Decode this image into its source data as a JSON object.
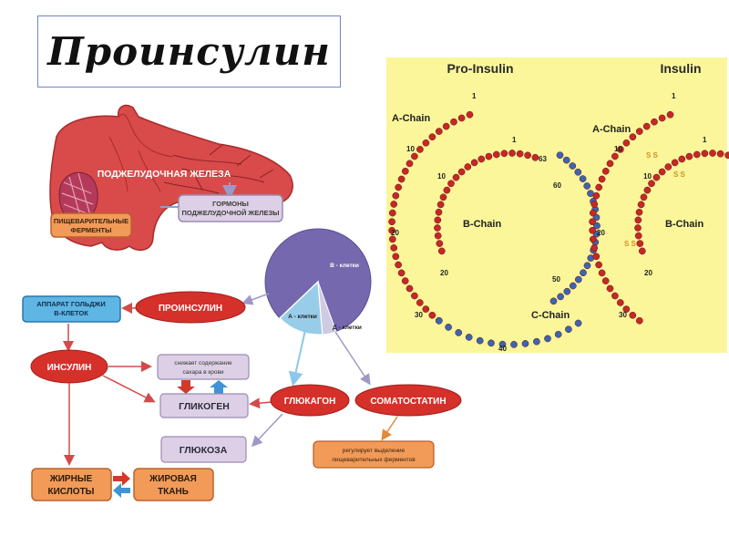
{
  "title": "Проинсулин",
  "scheme": {
    "pancreas_label": "ПОДЖЕЛУДОЧНАЯ ЖЕЛЕЗА",
    "hormones_label_1": "ГОРМОНЫ",
    "hormones_label_2": "ПОДЖЕЛУДОЧНОЙ ЖЕЛЕЗЫ",
    "digestive_label_1": "ПИЩЕВАРИТЕЛЬНЫЕ",
    "digestive_label_2": "ФЕРМЕНТЫ",
    "golgi_label_1": "АППАРАТ ГОЛЬДЖИ",
    "golgi_label_2": "В-КЛЕТОК",
    "proinsulin_label": "ПРОИНСУЛИН",
    "insulin_label": "ИНСУЛИН",
    "sugar_label_1": "снижает содержание",
    "sugar_label_2": "сахара в крови",
    "glycogen_label": "ГЛИКОГЕН",
    "glucagon_label": "ГЛЮКАГОН",
    "somatostatin_label": "СОМАТОСТАТИН",
    "glucose_label": "ГЛЮКОЗА",
    "regulates_label_1": "регулирует выделение",
    "regulates_label_2": "пищеварительных ферментов",
    "fatty_acids_label_1": "ЖИРНЫЕ",
    "fatty_acids_label_2": "КИСЛОТЫ",
    "adipose_label_1": "ЖИРОВАЯ",
    "adipose_label_2": "ТКАНЬ",
    "pie": {
      "b_cells": "В - клетки",
      "a_cells": "А - клетки",
      "d_cells": "Д - клетки"
    }
  },
  "structure": {
    "proinsulin_title": "Pro-Insulin",
    "insulin_title": "Insulin",
    "a_chain": "A-Chain",
    "b_chain": "B-Chain",
    "c_chain": "C-Chain",
    "disulfide": "S S",
    "pro_numbers": {
      "a1": "1",
      "a10": "10",
      "a20": "20",
      "a30": "30",
      "b1": "1",
      "b10": "10",
      "b20": "20",
      "c40": "40",
      "c50": "50",
      "c60": "60",
      "c63": "63"
    },
    "ins_numbers": {
      "a1": "1",
      "a10": "10",
      "a20": "20",
      "a30": "30",
      "b1": "1",
      "b10": "10",
      "b20": "20"
    }
  },
  "colors": {
    "pancreas": "#d94a4a",
    "oval": "#d6302b",
    "lavender_box": "#ddd0e6",
    "blue_box": "#5fb5e3",
    "orange_box": "#f29a58",
    "panel_bg": "#fbf69a",
    "bead_red": "#c52828",
    "bead_blue": "#3c64b2",
    "pie_b": "#7568ae",
    "pie_a": "#97cde8",
    "pie_d": "#d0cbe4"
  }
}
